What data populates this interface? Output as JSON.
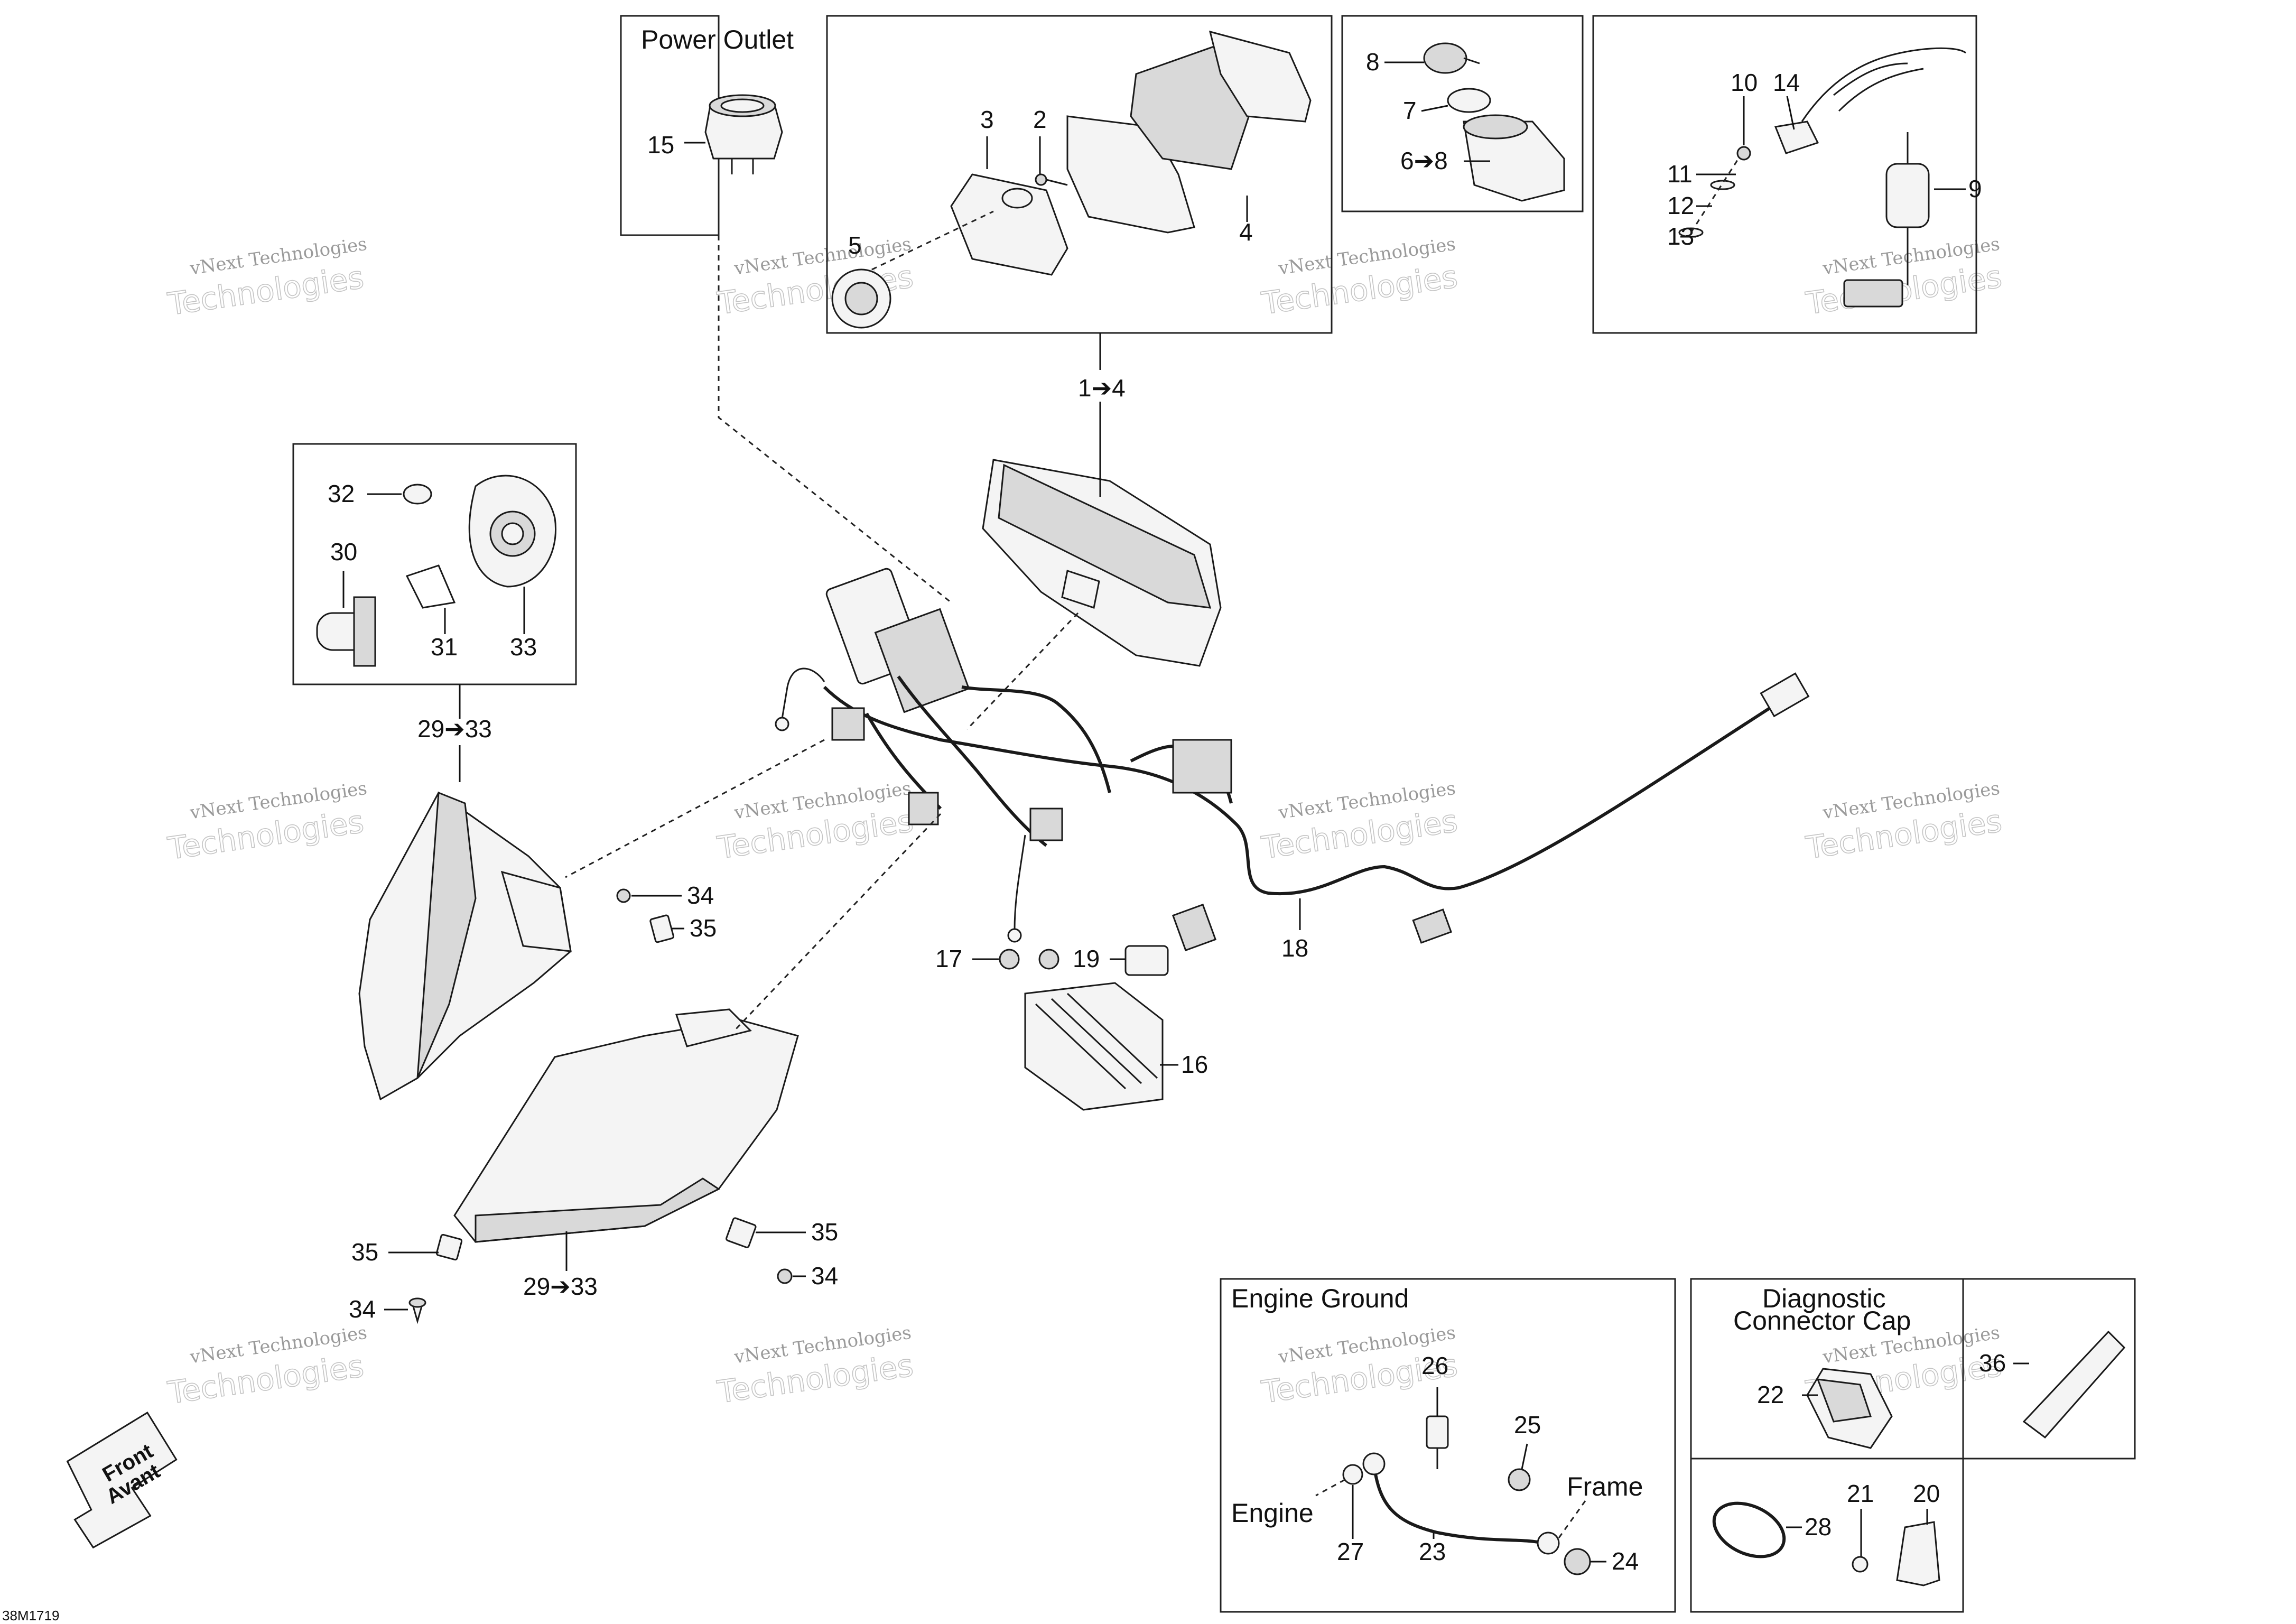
{
  "boxes": {
    "power_outlet_title": "Power Outlet",
    "engine_ground_title": "Engine Ground",
    "diagnostic_title_line1": "Diagnostic",
    "diagnostic_title_line2": "Connector Cap"
  },
  "labels": {
    "frame": "Frame",
    "engine": "Engine"
  },
  "callouts": {
    "c1_4": "1➔4",
    "c2": "2",
    "c3": "3",
    "c4": "4",
    "c5": "5",
    "c6_8": "6➔8",
    "c7": "7",
    "c8": "8",
    "c9": "9",
    "c10": "10",
    "c11": "11",
    "c12": "12",
    "c13": "13",
    "c14": "14",
    "c15": "15",
    "c16": "16",
    "c17": "17",
    "c18": "18",
    "c19": "19",
    "c20": "20",
    "c21": "21",
    "c22": "22",
    "c23": "23",
    "c24": "24",
    "c25": "25",
    "c26": "26",
    "c27": "27",
    "c28": "28",
    "c29_33_upper": "29➔33",
    "c29_33_lower": "29➔33",
    "c30": "30",
    "c31": "31",
    "c32": "32",
    "c33": "33",
    "c34_upper": "34",
    "c35_upper": "35",
    "c35_left": "35",
    "c35_right": "35",
    "c34_left": "34",
    "c34_right": "34",
    "c36": "36"
  },
  "watermark": {
    "line1": "vNext Technologies",
    "line2": "Technologies"
  },
  "front_arrow": {
    "line1": "Front",
    "line2": "Avant"
  },
  "reference_code": "38M1719"
}
